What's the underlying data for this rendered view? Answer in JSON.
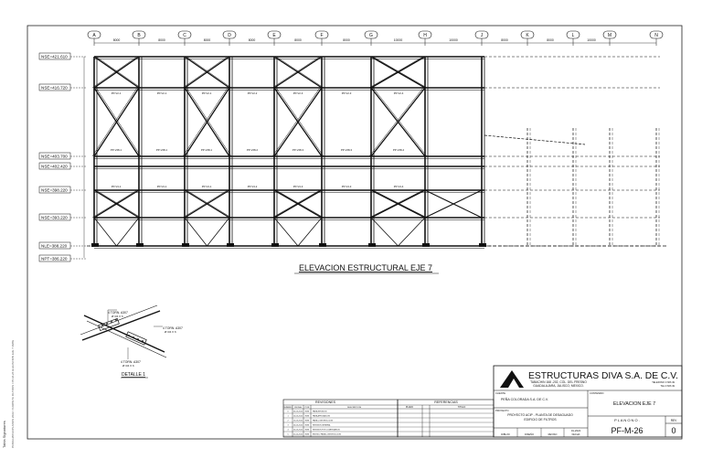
{
  "drawing": {
    "title": "ELEVACION ESTRUCTURAL EJE 7",
    "axes": [
      "A",
      "B",
      "C",
      "D",
      "E",
      "F",
      "G",
      "H",
      "J",
      "K",
      "L",
      "M",
      "N"
    ],
    "spacings": [
      "8000",
      "8000",
      "8000",
      "8000",
      "8000",
      "8000",
      "10000",
      "10000",
      "8000",
      "8000",
      "10000"
    ],
    "levels": [
      "NSE=421.610",
      "NSE=416.720",
      "NSE=403.700",
      "NSE=402.420",
      "NSE=398.220",
      "NSE=393.220",
      "NLE=388.220",
      "NPT=386.220"
    ],
    "beam_labels_top": [
      "PP-V2-1",
      "PP-V2-1",
      "PP-V2-1",
      "PP-V2-2",
      "PP-V2-3",
      "PP-V2-3",
      "PP-V2-4"
    ],
    "beam_labels_mid": [
      "PP-V28-1",
      "PP-V28-1",
      "PP-V28-1",
      "PP-V28-2",
      "PP-V28-3",
      "PP-V28-3",
      "PP-V28-4"
    ],
    "beam_labels_low": [
      "PP-V3-1",
      "PP-V3-1",
      "PP-V3-1",
      "PP-V3-2",
      "PP-V3-3",
      "PP-V3-3",
      "PP-V3-4"
    ]
  },
  "detail": {
    "title": "DETALLE 1",
    "note1": "4 TORN. A307",
    "note1_sub": "Ø 3/4 X 6",
    "note2": "4 TORN. A307",
    "note2_sub": "Ø 3/4 X 6",
    "note3": "4 TORN. A307",
    "note3_sub": "Ø 3/4 X 6"
  },
  "revisions": {
    "header": "REVISIONES",
    "cols": [
      "NUMERO",
      "FECHA",
      "POR",
      "DESCRIPCION"
    ],
    "rows": [
      [
        "0",
        "05-03-2022",
        "EDM",
        "PARA REVISION"
      ],
      [
        "1",
        "10-03-2022",
        "EDM",
        "PARA APROBACION"
      ],
      [
        "2",
        "15-03-2022",
        "EDM",
        "PARA CONSTRUCCION"
      ],
      [
        "3",
        "20-03-2022",
        "EDM",
        "REVISION GENERAL"
      ],
      [
        "4",
        "25-03-2022",
        "EDM",
        "REVISION POR COMENTARIOS"
      ],
      [
        "5",
        "01-04-2022",
        "EDM",
        "EMITIDO PARA CONSTRUCCION"
      ]
    ]
  },
  "references": {
    "header": "REFERENCIAS",
    "cols": [
      "PLANO",
      "TITULO"
    ]
  },
  "titleblock": {
    "company": "ESTRUCTURAS DIVA S.A. DE C.V.",
    "address1": "TABACHIN 168 -202, COL. DEL FRESNO",
    "address2": "GUADALAJARA, JALISCO, MEXICO.",
    "phone": "TELEFONO 3 666 49",
    "phone2": "TEL 3 666 49",
    "client_label": "CLIENTE",
    "client": "PEÑA COLORADA S.A. DE C.V.",
    "content_label": "CONTENIDO",
    "project_label": "PROYECTO",
    "project": "PROYECTO ACIP - PLANTA DE DESAGUADO",
    "project2": "EDIFICIO DE FILTROS",
    "content": "ELEVACION EJE 7",
    "plano_label": "P L A N O   N O .",
    "plano": "PF-M-26",
    "rev_label": "REV",
    "rev": "0",
    "draw_cols": [
      "DIBUJO",
      "DISEÑO",
      "REVISO",
      "FECHA"
    ],
    "draw_vals": [
      "",
      "",
      "",
      "01-2022"
    ]
  },
  "side": {
    "label": "Tabla Signatures",
    "path": "PANKAJ/DIVA/PLANOS 2022 / CARPETA FILTROS / PF-M-26 ELEVACION EJE 7.DWG"
  }
}
